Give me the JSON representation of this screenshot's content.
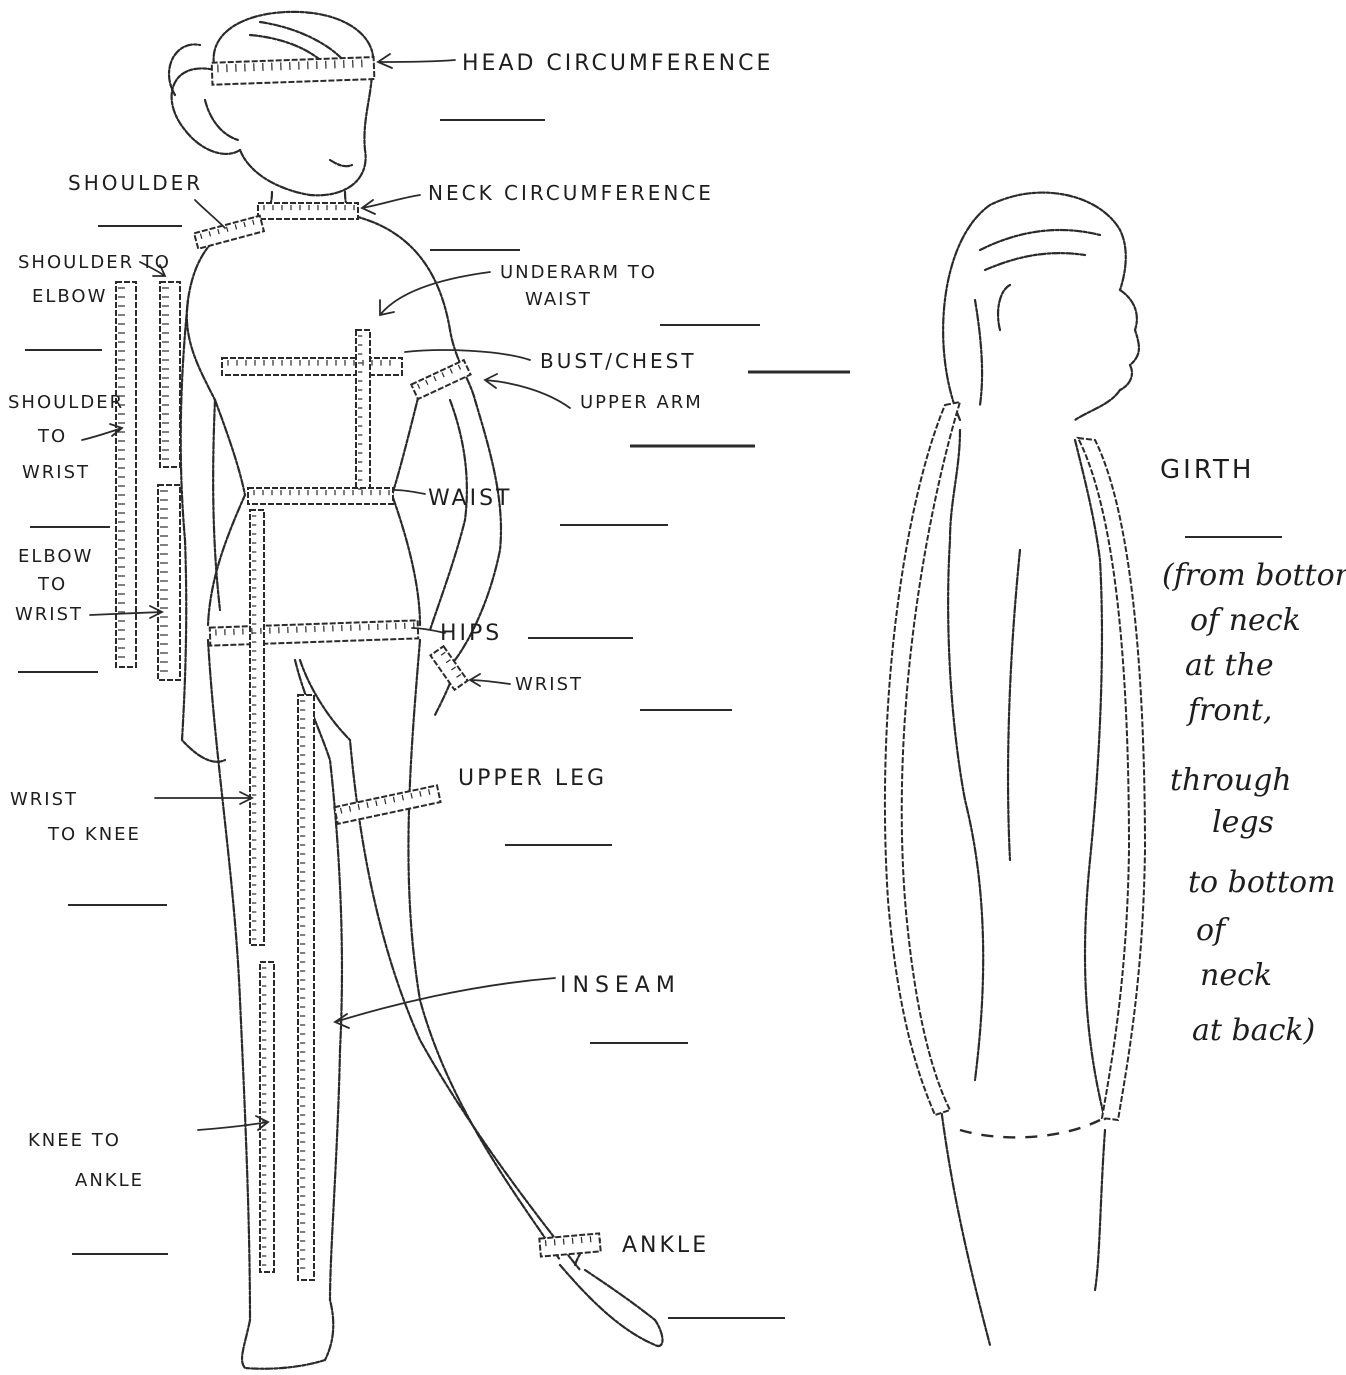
{
  "labels": {
    "head": "HEAD CIRCUMFERENCE",
    "neck": "NECK CIRCUMFERENCE",
    "shoulder": "SHOULDER",
    "shoulder_to_elbow": [
      "SHOULDER TO",
      "ELBOW"
    ],
    "underarm_to_waist": [
      "UNDERARM TO",
      "WAIST"
    ],
    "bust_chest": "BUST/CHEST",
    "upper_arm": "UPPER ARM",
    "shoulder_to_wrist": [
      "SHOULDER",
      "TO",
      "WRIST"
    ],
    "waist": "WAIST",
    "elbow_to_wrist": [
      "ELBOW",
      "TO",
      "WRIST"
    ],
    "hips": "HIPS",
    "wrist": "WRIST",
    "upper_leg": "UPPER LEG",
    "wrist_to_knee": [
      "WRIST",
      "TO KNEE"
    ],
    "inseam": "INSEAM",
    "knee_to_ankle": [
      "KNEE TO",
      "ANKLE"
    ],
    "ankle": "ANKLE",
    "girth": "GIRTH",
    "girth_note": [
      "(from bottom",
      "of neck",
      "at the",
      "front,",
      "through",
      "legs",
      "to bottom",
      "of",
      "neck",
      "at back)"
    ]
  }
}
